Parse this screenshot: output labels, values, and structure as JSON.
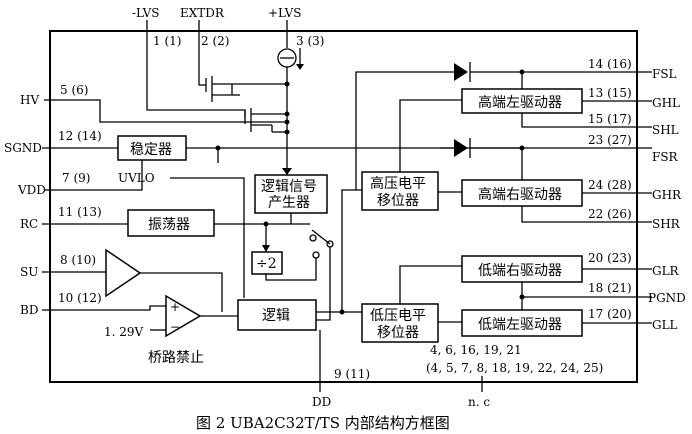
{
  "caption": "图 2   UBA2C32T/TS 内部结构方框图",
  "top_pins": {
    "lvs_neg": "-LVS",
    "extdr": "EXTDR",
    "lvs_pos": "+LVS",
    "pin1": "1 (1)",
    "pin2": "2 (2)",
    "pin3": "3 (3)"
  },
  "left_signals": {
    "hv": "HV",
    "hv_pin": "5 (6)",
    "sgnd": "SGND",
    "sgnd_pin": "12 (14)",
    "vdd": "VDD",
    "vdd_pin": "7 (9)",
    "rc": "RC",
    "rc_pin": "11 (13)",
    "su": "SU",
    "su_pin": "8 (10)",
    "bd": "BD",
    "bd_pin": "10 (12)"
  },
  "right_signals": {
    "fsl": "FSL",
    "fsl_pin": "14 (16)",
    "ghl": "GHL",
    "ghl_pin": "13 (15)",
    "shl": "SHL",
    "shl_pin": "15 (17)",
    "fsr": "FSR",
    "fsr_pin": "23 (27)",
    "ghr": "GHR",
    "ghr_pin": "24 (28)",
    "shr": "SHR",
    "shr_pin": "22 (26)",
    "glr": "GLR",
    "glr_pin": "20 (23)",
    "pgnd": "PGND",
    "pgnd_pin": "18 (21)",
    "gll": "GLL",
    "gll_pin": "17 (20)"
  },
  "blocks": {
    "regulator": "稳定器",
    "oscillator": "振荡器",
    "logic_signal_1": "逻辑信号",
    "logic_signal_2": "产生器",
    "divider": "÷2",
    "logic": "逻辑",
    "hv_shifter_1": "高压电平",
    "hv_shifter_2": "移位器",
    "lv_shifter_1": "低压电平",
    "lv_shifter_2": "移位器",
    "high_left": "高端左驱动器",
    "high_right": "高端右驱动器",
    "low_right": "低端右驱动器",
    "low_left": "低端左驱动器"
  },
  "labels": {
    "uvlo": "UVLO",
    "vref": "1. 29V",
    "bridge_disable": "桥路禁止",
    "dd": "DD",
    "dd_pin": "9 (11)",
    "nc_line1": "4, 6, 16, 19, 21",
    "nc_line2": "(4, 5, 7, 8, 18, 19, 22, 24, 25)",
    "nc": "n. c",
    "plus": "+",
    "minus": "−"
  }
}
